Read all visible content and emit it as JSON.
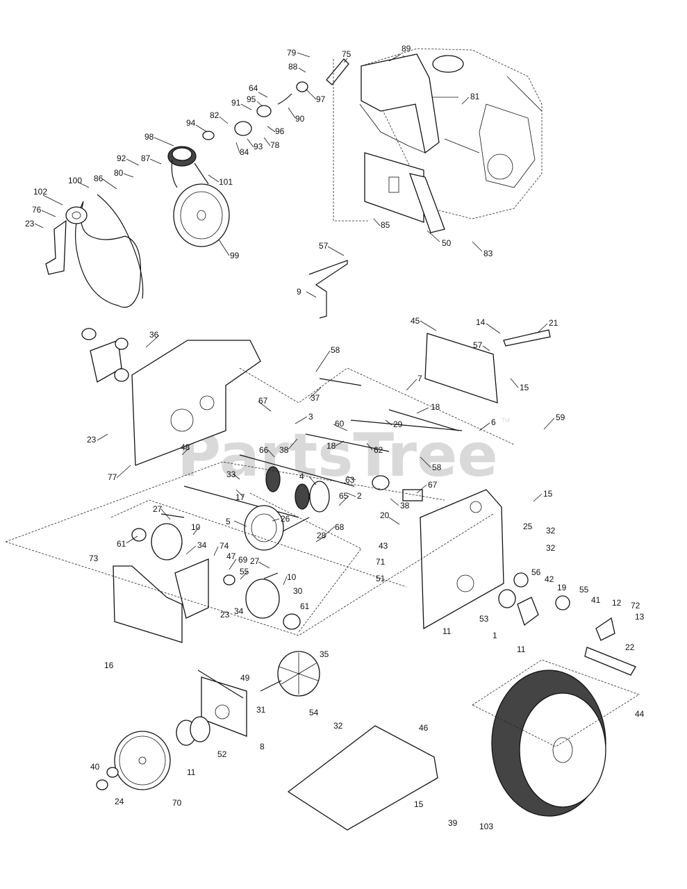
{
  "watermark": {
    "text": "PartsTree",
    "tm": "TM"
  },
  "part_labels": [
    "79",
    "75",
    "89",
    "88",
    "64",
    "95",
    "97",
    "81",
    "91",
    "90",
    "82",
    "96",
    "94",
    "78",
    "93",
    "84",
    "98",
    "87",
    "92",
    "80",
    "86",
    "100",
    "101",
    "102",
    "76",
    "23",
    "99",
    "85",
    "50",
    "83",
    "57",
    "9",
    "14",
    "21",
    "45",
    "57",
    "15",
    "36",
    "58",
    "7",
    "37",
    "18",
    "67",
    "3",
    "29",
    "60",
    "59",
    "6",
    "23",
    "38",
    "62",
    "58",
    "77",
    "48",
    "66",
    "18",
    "63",
    "33",
    "4",
    "2",
    "67",
    "38",
    "65",
    "17",
    "27",
    "10",
    "26",
    "5",
    "28",
    "61",
    "34",
    "74",
    "47",
    "69",
    "55",
    "27",
    "10",
    "68",
    "20",
    "15",
    "25",
    "32",
    "43",
    "32",
    "71",
    "51",
    "73",
    "56",
    "42",
    "19",
    "55",
    "41",
    "12",
    "72",
    "13",
    "23",
    "34",
    "30",
    "61",
    "53",
    "11",
    "1",
    "11",
    "22",
    "16",
    "35",
    "49",
    "31",
    "54",
    "32",
    "46",
    "8",
    "40",
    "11",
    "52",
    "24",
    "70",
    "15",
    "44",
    "39",
    "103"
  ]
}
